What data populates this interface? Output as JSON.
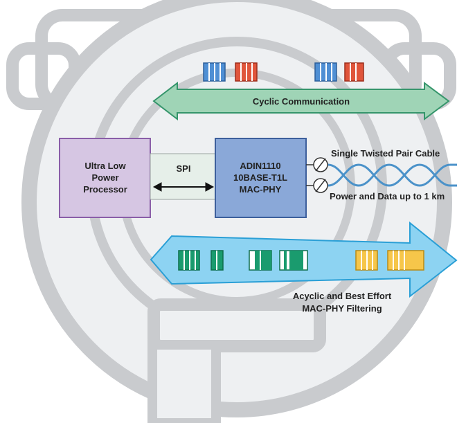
{
  "processor": {
    "lines": [
      "Ultra Low",
      "Power",
      "Processor"
    ]
  },
  "interface": {
    "label": "SPI"
  },
  "macphy": {
    "lines": [
      "ADIN1110",
      "10BASE-T1L",
      "MAC-PHY"
    ]
  },
  "cyclic": {
    "label": "Cyclic Communication"
  },
  "cable": {
    "title": "Single Twisted Pair Cable",
    "subtitle": "Power and Data up to 1 km"
  },
  "acyclic": {
    "lines": [
      "Acyclic and Best Effort",
      "MAC-PHY Filtering"
    ]
  },
  "colors": {
    "processor_fill": "#d6c6e3",
    "processor_stroke": "#8a5ea8",
    "macphy_fill": "#8aa8d8",
    "macphy_stroke": "#3c5f9c",
    "cyclic_arrow": "#9fd4b6",
    "cyclic_stroke": "#35956b",
    "acyclic_arrow": "#8dd3f2",
    "acyclic_stroke": "#2a9fd6",
    "packet_blue": "#4f8fd4",
    "packet_red": "#e0553b",
    "packet_green": "#1a9b6e",
    "packet_yellow": "#f6c64a",
    "cable_wire": "#4b92c9",
    "device_gray": "#c7c9cc"
  }
}
